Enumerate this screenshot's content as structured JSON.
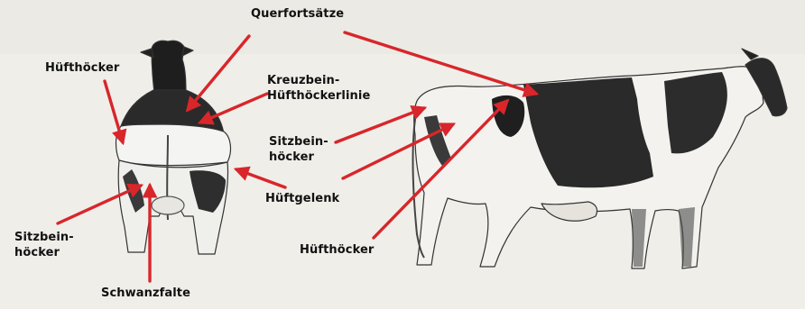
{
  "labels": {
    "querfortsaetze": "Querfortsätze",
    "hufthoecker_left": "Hüfthöcker",
    "kreuzbein_line1": "Kreuzbein-",
    "kreuzbein_line2": "Hüfthöckerlinie",
    "sitzbein_right_line1": "Sitzbein-",
    "sitzbein_right_line2": "höcker",
    "hueftgelenk": "Hüftgelenk",
    "sitzbein_left_line1": "Sitzbein-",
    "sitzbein_left_line2": "höcker",
    "hufthoecker_bottom": "Hüfthöcker",
    "schwanzfalte": "Schwanzfalte"
  },
  "colors": {
    "arrow": "#d8262b",
    "label": "#111111",
    "background": "#efeee9"
  }
}
